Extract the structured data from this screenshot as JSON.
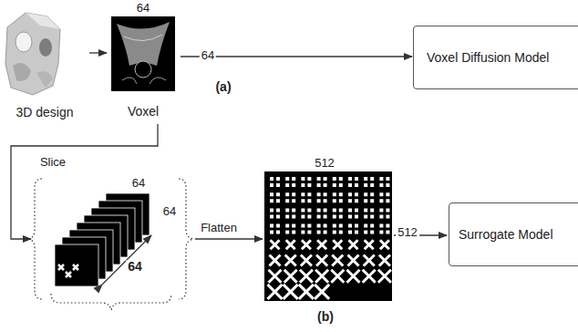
{
  "diagram": {
    "nodes": [
      {
        "text": [
          "3D design"
        ]
      },
      {
        "text": [
          "Voxel"
        ]
      },
      {
        "text": [
          "Voxel Diffusion Model"
        ]
      },
      {
        "text": [
          "Surrogate Model"
        ]
      }
    ],
    "edges": [
      {
        "from": 0,
        "to": 1,
        "arrow": "to"
      },
      {
        "from": 1,
        "to": 2,
        "arrow": "to"
      }
    ],
    "labels": [
      "64",
      "64",
      "(a)",
      "Slice",
      "64",
      "64",
      "64",
      "Flatten",
      "512",
      "512",
      "(b)"
    ]
  }
}
